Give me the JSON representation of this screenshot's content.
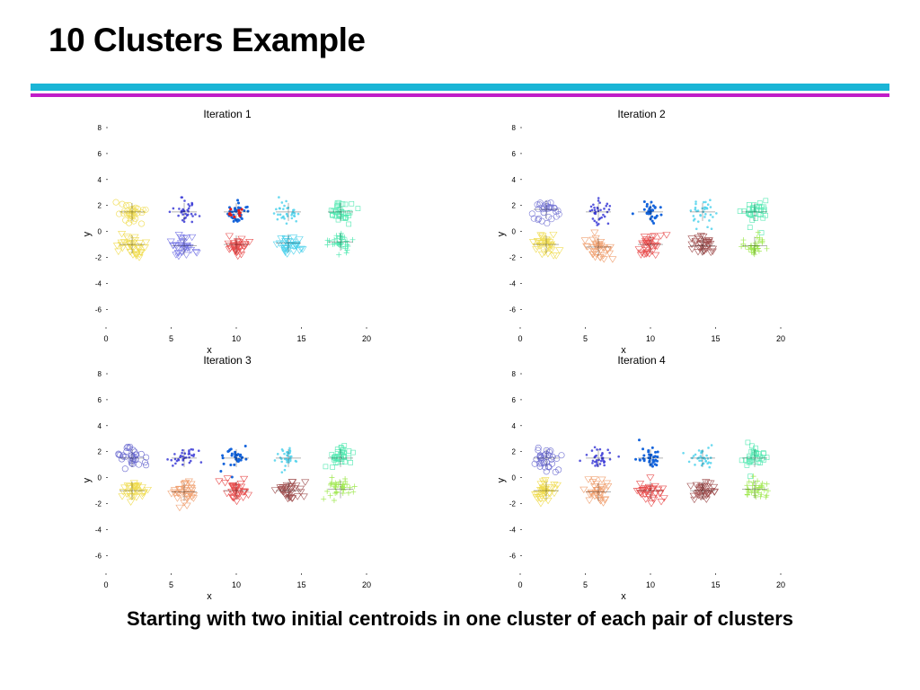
{
  "slide": {
    "title": "10 Clusters Example",
    "caption": "Starting with two initial centroids in one cluster of each pair of clusters"
  },
  "colors": {
    "bar_cyan": "#1ab5d6",
    "bar_magenta": "#c01ec8",
    "axis": "#000000"
  },
  "chart_data": [
    {
      "type": "scatter",
      "title": "Iteration 1",
      "xlabel": "x",
      "ylabel": "y",
      "xlim": [
        0,
        20
      ],
      "ylim": [
        -7.5,
        8
      ],
      "xticks": [
        0,
        5,
        10,
        15,
        20
      ],
      "yticks": [
        -6,
        -4,
        -2,
        0,
        2,
        4,
        6,
        8
      ],
      "grid": false,
      "clusters": [
        {
          "cx": 2,
          "cy": 1.5,
          "color": "#f0dc50",
          "marker": "circle"
        },
        {
          "cx": 2,
          "cy": -1.0,
          "color": "#f0dc50",
          "marker": "triangle"
        },
        {
          "cx": 6,
          "cy": 1.5,
          "color": "#3a3ad6",
          "marker": "dot"
        },
        {
          "cx": 6,
          "cy": -1.1,
          "color": "#7a7ae6",
          "marker": "triangle"
        },
        {
          "cx": 10,
          "cy": 1.5,
          "color": "#1464dc",
          "marker": "dot-solid"
        },
        {
          "cx": 10,
          "cy": -1.0,
          "color": "#e84e4e",
          "marker": "triangle"
        },
        {
          "cx": 14,
          "cy": 1.5,
          "color": "#50d2ec",
          "marker": "dot"
        },
        {
          "cx": 14,
          "cy": -0.9,
          "color": "#50d2ec",
          "marker": "triangle"
        },
        {
          "cx": 18,
          "cy": 1.5,
          "color": "#50e8b0",
          "marker": "square"
        },
        {
          "cx": 18,
          "cy": -0.8,
          "color": "#50e8b0",
          "marker": "plus"
        }
      ],
      "highlight": {
        "cx": 9.7,
        "cy": 1.5,
        "color": "#dc1e1e"
      }
    },
    {
      "type": "scatter",
      "title": "Iteration 2",
      "xlabel": "x",
      "ylabel": "y",
      "xlim": [
        0,
        20
      ],
      "ylim": [
        -7.5,
        8
      ],
      "xticks": [
        0,
        5,
        10,
        15,
        20
      ],
      "yticks": [
        -6,
        -4,
        -2,
        0,
        2,
        4,
        6,
        8
      ],
      "grid": false,
      "clusters": [
        {
          "cx": 2,
          "cy": 1.7,
          "color": "#7a7ad6",
          "marker": "circle"
        },
        {
          "cx": 2,
          "cy": -1.0,
          "color": "#f0dc50",
          "marker": "triangle"
        },
        {
          "cx": 6,
          "cy": 1.5,
          "color": "#3a3ad6",
          "marker": "dot"
        },
        {
          "cx": 6,
          "cy": -1.2,
          "color": "#f0a070",
          "marker": "triangle"
        },
        {
          "cx": 10,
          "cy": 1.5,
          "color": "#1464dc",
          "marker": "dot-solid"
        },
        {
          "cx": 10,
          "cy": -1.0,
          "color": "#e84e4e",
          "marker": "triangle"
        },
        {
          "cx": 14,
          "cy": 1.5,
          "color": "#50d2ec",
          "marker": "dot"
        },
        {
          "cx": 14,
          "cy": -1.1,
          "color": "#a05050",
          "marker": "triangle"
        },
        {
          "cx": 18,
          "cy": 1.5,
          "color": "#50e8b0",
          "marker": "square"
        },
        {
          "cx": 18,
          "cy": -1.1,
          "color": "#a0e850",
          "marker": "plus"
        }
      ]
    },
    {
      "type": "scatter",
      "title": "Iteration 3",
      "xlabel": "x",
      "ylabel": "y",
      "xlim": [
        0,
        20
      ],
      "ylim": [
        -7.5,
        8
      ],
      "xticks": [
        0,
        5,
        10,
        15,
        20
      ],
      "yticks": [
        -6,
        -4,
        -2,
        0,
        2,
        4,
        6,
        8
      ],
      "grid": false,
      "clusters": [
        {
          "cx": 2,
          "cy": 1.5,
          "color": "#6a6ad0",
          "marker": "circle"
        },
        {
          "cx": 2,
          "cy": -1.0,
          "color": "#f0dc50",
          "marker": "triangle"
        },
        {
          "cx": 6,
          "cy": 1.5,
          "color": "#3a3ad6",
          "marker": "dot"
        },
        {
          "cx": 6,
          "cy": -1.1,
          "color": "#f0a070",
          "marker": "triangle"
        },
        {
          "cx": 10,
          "cy": 1.5,
          "color": "#1464dc",
          "marker": "dot-solid"
        },
        {
          "cx": 10,
          "cy": -1.0,
          "color": "#e84e4e",
          "marker": "triangle"
        },
        {
          "cx": 14,
          "cy": 1.5,
          "color": "#50d2ec",
          "marker": "dot"
        },
        {
          "cx": 14,
          "cy": -1.0,
          "color": "#a05050",
          "marker": "triangle"
        },
        {
          "cx": 18,
          "cy": 1.5,
          "color": "#50e8b0",
          "marker": "square"
        },
        {
          "cx": 18,
          "cy": -0.9,
          "color": "#a0e850",
          "marker": "plus"
        }
      ]
    },
    {
      "type": "scatter",
      "title": "Iteration 4",
      "xlabel": "x",
      "ylabel": "y",
      "xlim": [
        0,
        20
      ],
      "ylim": [
        -7.5,
        8
      ],
      "xticks": [
        0,
        5,
        10,
        15,
        20
      ],
      "yticks": [
        -6,
        -4,
        -2,
        0,
        2,
        4,
        6,
        8
      ],
      "grid": false,
      "clusters": [
        {
          "cx": 2,
          "cy": 1.5,
          "color": "#6a6ad0",
          "marker": "circle"
        },
        {
          "cx": 2,
          "cy": -1.0,
          "color": "#f0dc50",
          "marker": "triangle"
        },
        {
          "cx": 6,
          "cy": 1.5,
          "color": "#3a3ad6",
          "marker": "dot"
        },
        {
          "cx": 6,
          "cy": -1.1,
          "color": "#f0a070",
          "marker": "triangle"
        },
        {
          "cx": 10,
          "cy": 1.5,
          "color": "#1464dc",
          "marker": "dot-solid"
        },
        {
          "cx": 10,
          "cy": -1.0,
          "color": "#e84e4e",
          "marker": "triangle"
        },
        {
          "cx": 14,
          "cy": 1.5,
          "color": "#50d2ec",
          "marker": "dot"
        },
        {
          "cx": 14,
          "cy": -1.0,
          "color": "#a05050",
          "marker": "triangle"
        },
        {
          "cx": 18,
          "cy": 1.5,
          "color": "#50e8b0",
          "marker": "square"
        },
        {
          "cx": 18,
          "cy": -0.9,
          "color": "#a0e850",
          "marker": "plus"
        }
      ]
    }
  ]
}
